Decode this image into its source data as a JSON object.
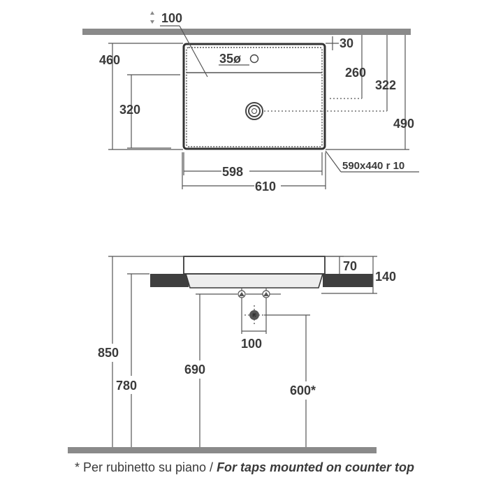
{
  "top_view": {
    "dim_100": "100",
    "dim_30": "30",
    "dim_460": "460",
    "dim_260": "260",
    "dim_322": "322",
    "dim_320": "320",
    "dim_490": "490",
    "tap_hole": "35ø",
    "dim_598": "598",
    "dim_610": "610",
    "cutout": "590x440 r 10"
  },
  "side_view": {
    "dim_70": "70",
    "dim_140": "140",
    "dim_100": "100",
    "dim_850": "850",
    "dim_780": "780",
    "dim_690": "690",
    "dim_600": "600*"
  },
  "footnote": {
    "italian": "* Per rubinetto su piano / ",
    "english": "For taps mounted on counter top"
  },
  "colors": {
    "wall": "#8a8a8a",
    "counter": "#3f3f3f",
    "line": "#555555",
    "text": "#3a3a3a",
    "basin_fill": "#ededed"
  }
}
